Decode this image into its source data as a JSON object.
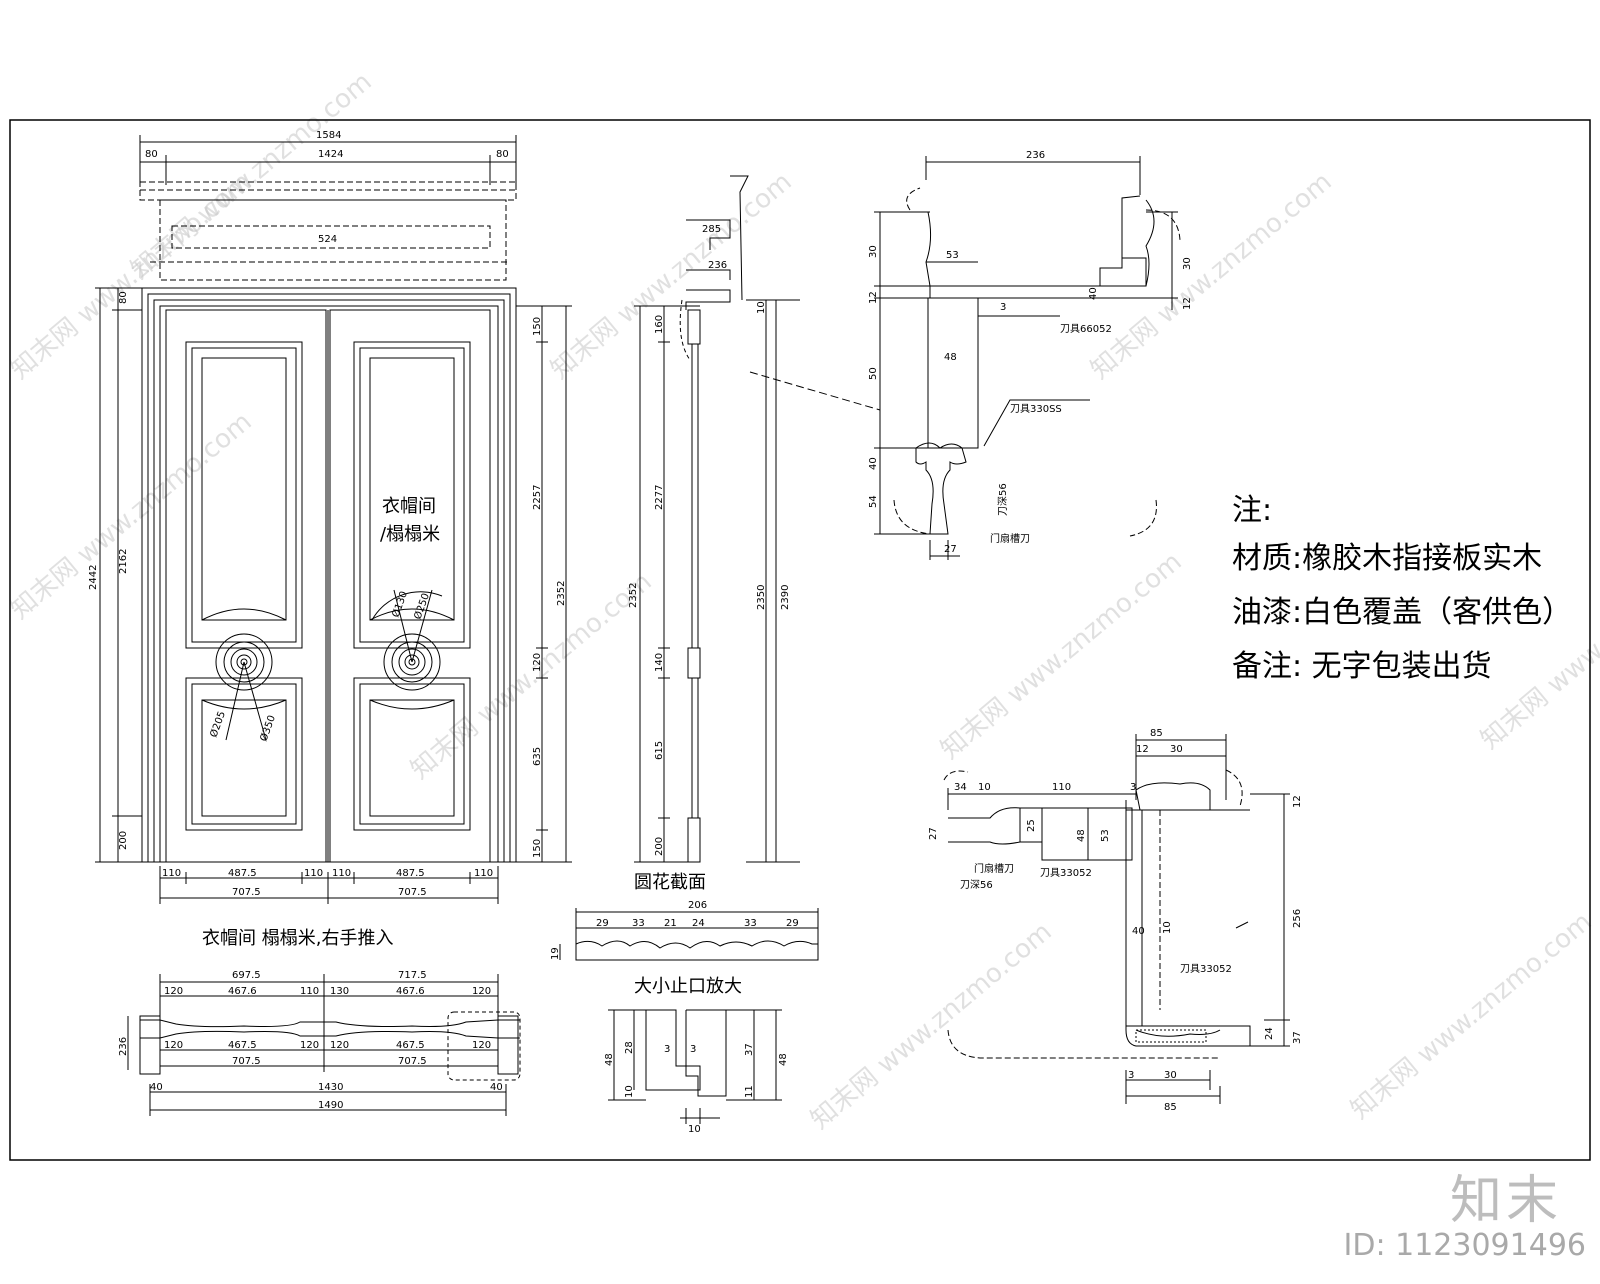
{
  "notes": {
    "heading": "注:",
    "material": "材质:橡胶木指接板实木",
    "paint": "油漆:白色覆盖（客供色）",
    "remark": "备注:  无字包装出货"
  },
  "labels": {
    "elevation_caption": "衣帽间 榻榻米,右手推入",
    "door_tag_line1": "衣帽间",
    "door_tag_line2": "/榻榻米",
    "rosette_section": "圆花截面",
    "notch_detail": "大小止口放大",
    "cutter_1": "刀具66052",
    "cutter_2": "刀具330SS",
    "cutter_3": "刀具33052",
    "cutter_4": "刀具33052",
    "groove_1": "刀深56",
    "groove_2": "刀深56",
    "groove_3": "门扇槽刀",
    "groove_4": "门扇槽刀"
  },
  "dims": {
    "top_total": "1584",
    "top_inner": "1424",
    "top_side_l": "80",
    "top_side_r": "80",
    "header_inner": "524",
    "height_total": "2442",
    "height_leaf": "2162",
    "top_rail_l": "80",
    "bottom_l": "200",
    "right_150a": "150",
    "right_2257": "2257",
    "right_120": "120",
    "right_635": "635",
    "right_150b": "150",
    "right_2352": "2352",
    "bottom_110a": "110",
    "bottom_4875a": "487.5",
    "bottom_110b": "110",
    "bottom_110c": "110",
    "bottom_4875b": "487.5",
    "bottom_110d": "110",
    "bottom_7075a": "707.5",
    "bottom_7075b": "707.5",
    "rosette_d1": "Ø205",
    "rosette_d2": "Ø350",
    "rosette_d3": "Ø250",
    "rosette_d4": "Ø130",
    "side_236": "236",
    "side_285": "285",
    "side_160": "160",
    "side_2352": "2352",
    "side_2277": "2277",
    "side_140": "140",
    "side_615": "615",
    "side_200": "200",
    "side_2350": "2350",
    "side_2390": "2390",
    "side_10": "10",
    "rs_total": "206",
    "rs_a": "29",
    "rs_b": "33",
    "rs_c": "21",
    "rs_d": "24",
    "rs_e": "33",
    "rs_f": "29",
    "rs_h": "19",
    "plan_top_l": "697.5",
    "plan_top_r": "717.5",
    "plan_120a": "120",
    "plan_4676a": "467.6",
    "plan_110": "110",
    "plan_130": "130",
    "plan_4676b": "467.6",
    "plan_120b": "120",
    "plan_120c": "120",
    "plan_4675a": "467.5",
    "plan_120d": "120",
    "plan_120e": "120",
    "plan_4675b": "467.5",
    "plan_120f": "120",
    "plan_7075a": "707.5",
    "plan_7075b": "707.5",
    "plan_40a": "40",
    "plan_1430": "1430",
    "plan_40b": "40",
    "plan_1490": "1490",
    "plan_236": "236",
    "notch_48a": "48",
    "notch_28": "28",
    "notch_10a": "10",
    "notch_3a": "3",
    "notch_3b": "3",
    "notch_37": "37",
    "notch_11": "11",
    "notch_48b": "48",
    "notch_10b": "10",
    "s1_236": "236",
    "s1_30a": "30",
    "s1_53": "53",
    "s1_12a": "12",
    "s1_40": "40",
    "s1_3": "3",
    "s1_50": "50",
    "s1_48": "48",
    "s1_40b": "40",
    "s1_54": "54",
    "s1_27": "27",
    "s1_30b": "30",
    "s1_12b": "12",
    "s2_85a": "85",
    "s2_12": "12",
    "s2_30": "30",
    "s2_34": "34",
    "s2_10": "10",
    "s2_110": "110",
    "s2_3": "3",
    "s2_12b": "12",
    "s2_27": "27",
    "s2_25": "25",
    "s2_48": "48",
    "s2_53": "53",
    "s2_40": "40",
    "s2_10b": "10",
    "s2_256": "256",
    "s2_24": "24",
    "s2_37": "37",
    "s2_30b": "30",
    "s2_85b": "85",
    "s2_3b": "3"
  },
  "brand": {
    "logo": "知末",
    "id": "ID: 1123091496",
    "watermark": "知末网 www.znzmo.com"
  }
}
